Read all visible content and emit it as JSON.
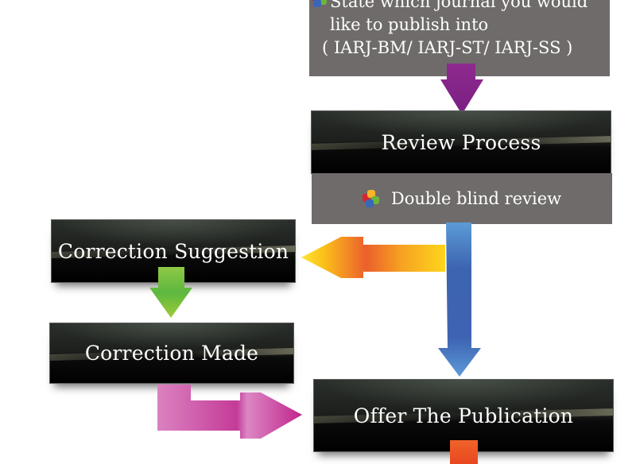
{
  "top_box": {
    "lines": [
      "State which journal you would",
      "like to publish into",
      "( IARJ-BM/ IARJ-ST/ IARJ-SS )"
    ],
    "icon": "colored-cubes-icon"
  },
  "review_process": {
    "title": "Review Process"
  },
  "review_detail": {
    "text": "Double blind review",
    "icon": "colored-cubes-icon"
  },
  "correction_suggestion": {
    "title": "Correction Suggestion"
  },
  "correction_made": {
    "title": "Correction Made"
  },
  "offer_publication": {
    "title": "Offer The Publication"
  },
  "arrows": [
    {
      "from": "top_box",
      "to": "review_process",
      "color": "#8e2a8e",
      "direction": "down"
    },
    {
      "from": "review_detail",
      "to": "correction_suggestion",
      "color": "#f7b21c",
      "direction": "left"
    },
    {
      "from": "review_detail",
      "to": "offer_publication",
      "color": "#3d64b0",
      "direction": "down"
    },
    {
      "from": "correction_suggestion",
      "to": "correction_made",
      "color": "#7cc242",
      "direction": "down"
    },
    {
      "from": "correction_made",
      "to": "offer_publication",
      "color": "#c8359a",
      "direction": "right"
    },
    {
      "from": "offer_publication",
      "to": "next",
      "color": "#ec5a24",
      "direction": "down"
    }
  ]
}
